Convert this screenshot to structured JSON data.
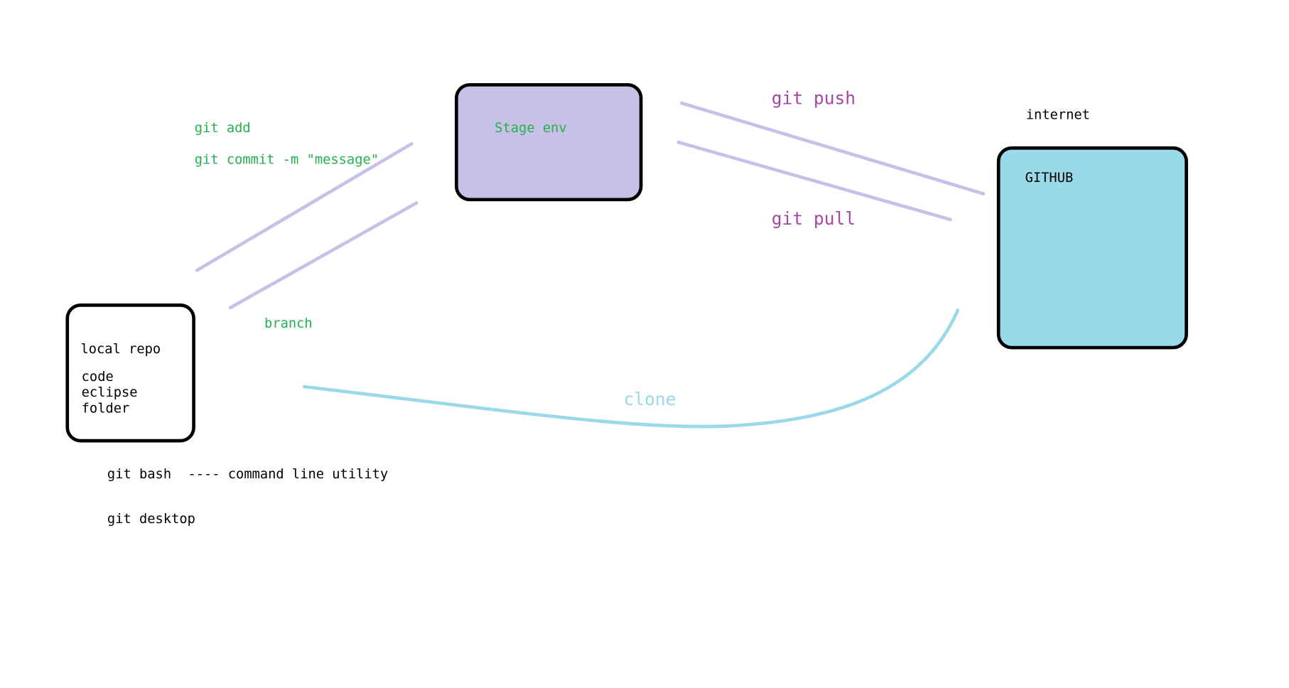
{
  "nodes": {
    "stage": {
      "label": "Stage env"
    },
    "github": {
      "label": "GITHUB",
      "zone_label": "internet"
    },
    "local": {
      "title": "local repo",
      "lines": [
        "code",
        "eclipse",
        "folder"
      ]
    }
  },
  "edges": {
    "git_add": "git add",
    "git_commit": "git commit -m \"message\"",
    "branch": "branch",
    "git_push": "git push",
    "git_pull": "git pull",
    "clone": "clone"
  },
  "notes": {
    "git_bash": "git bash",
    "git_bash_desc": "---- command line utility",
    "git_desktop": "git desktop"
  },
  "colors": {
    "stage_fill": "#c8c0e6",
    "github_fill": "#99d9ea",
    "border": "#000000",
    "connector_purple": "#c8c0e6",
    "connector_blue": "#99d9ea",
    "green_text": "#22b14c",
    "purple_text": "#a349a4",
    "blue_text": "#99d9ea",
    "black_text": "#000000"
  }
}
